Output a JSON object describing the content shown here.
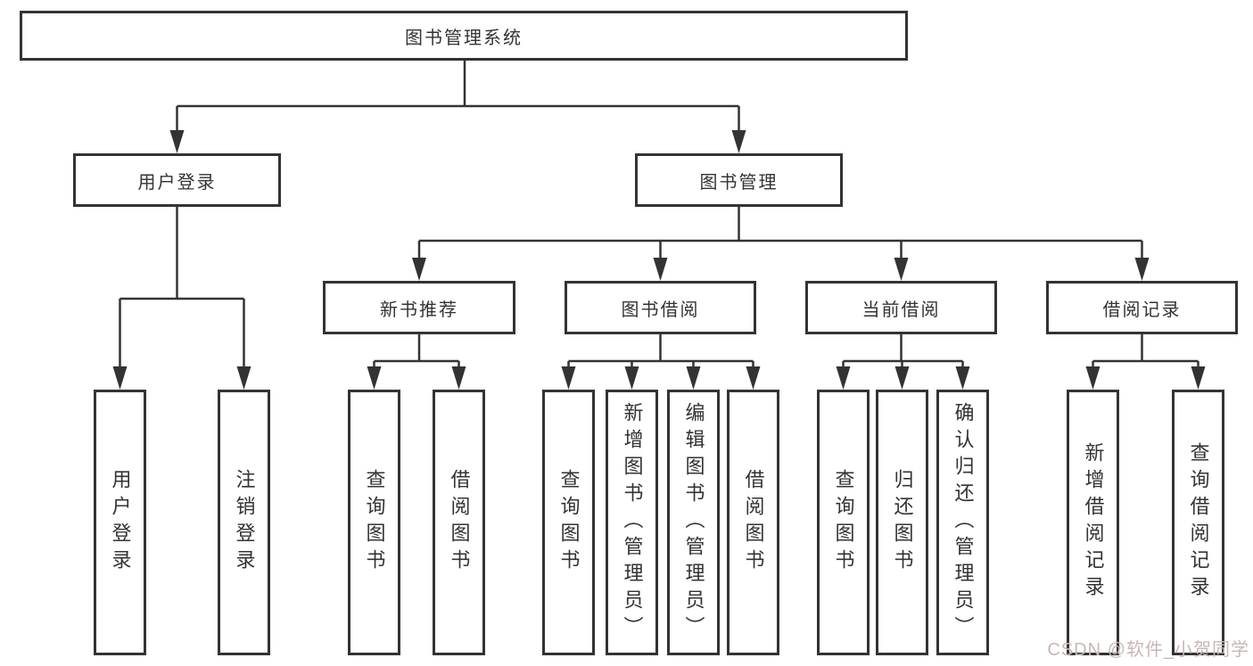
{
  "diagram": {
    "title": "图书管理系统",
    "level2": {
      "user_login": "用户登录",
      "book_management": "图书管理"
    },
    "level3": {
      "new_book_recommend": "新书推荐",
      "book_borrow": "图书借阅",
      "current_borrow": "当前借阅",
      "borrow_records": "借阅记录"
    },
    "leaves": {
      "user_login": "用户登录",
      "logout": "注销登录",
      "recommend_query_books": "查询图书",
      "recommend_borrow_books": "借阅图书",
      "borrow_query_books": "查询图书",
      "borrow_add_books": "新增图书（管理员）",
      "borrow_edit_books": "编辑图书（管理员）",
      "borrow_borrow_books": "借阅图书",
      "current_query_books": "查询图书",
      "current_return_books": "归还图书",
      "current_confirm_return": "确认归还（管理员）",
      "records_add_record": "新增借阅记录",
      "records_query_record": "查询借阅记录"
    }
  },
  "watermark": "CSDN @软件_小贺同学",
  "colors": {
    "line": "#333333",
    "text": "#333333",
    "box_background": "#ffffff",
    "watermark": "#c9b6b6",
    "background": "#ffffff"
  }
}
